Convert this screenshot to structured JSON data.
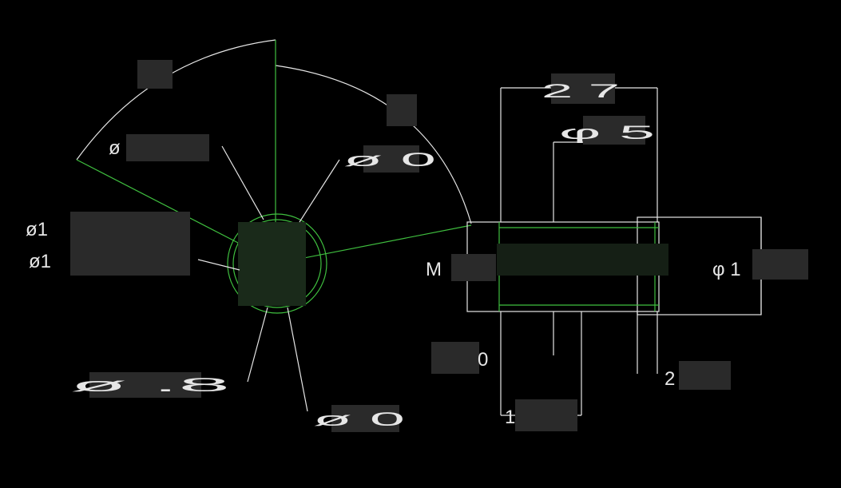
{
  "colors": {
    "background": "#000000",
    "line_white": "#e6e6e6",
    "line_green": "#3fbf3f",
    "obscured": "#2b2b2b"
  },
  "labels": {
    "angle_top_left": "",
    "angle_top_right": "",
    "dia_upper_left": "ø",
    "dia_upper_right": "ø 0",
    "dia_left_1": "ø1",
    "dia_left_2": "ø1",
    "dia_bottom_left": "ø .8",
    "dia_bottom_right": "ø 0",
    "len_top": "2 7",
    "dia_top_mid": "φ 5",
    "thread": "M",
    "dia_right": "φ 1",
    "len_left_bottom": "0",
    "len_right_bottom": "2",
    "len_bottom": "1"
  }
}
